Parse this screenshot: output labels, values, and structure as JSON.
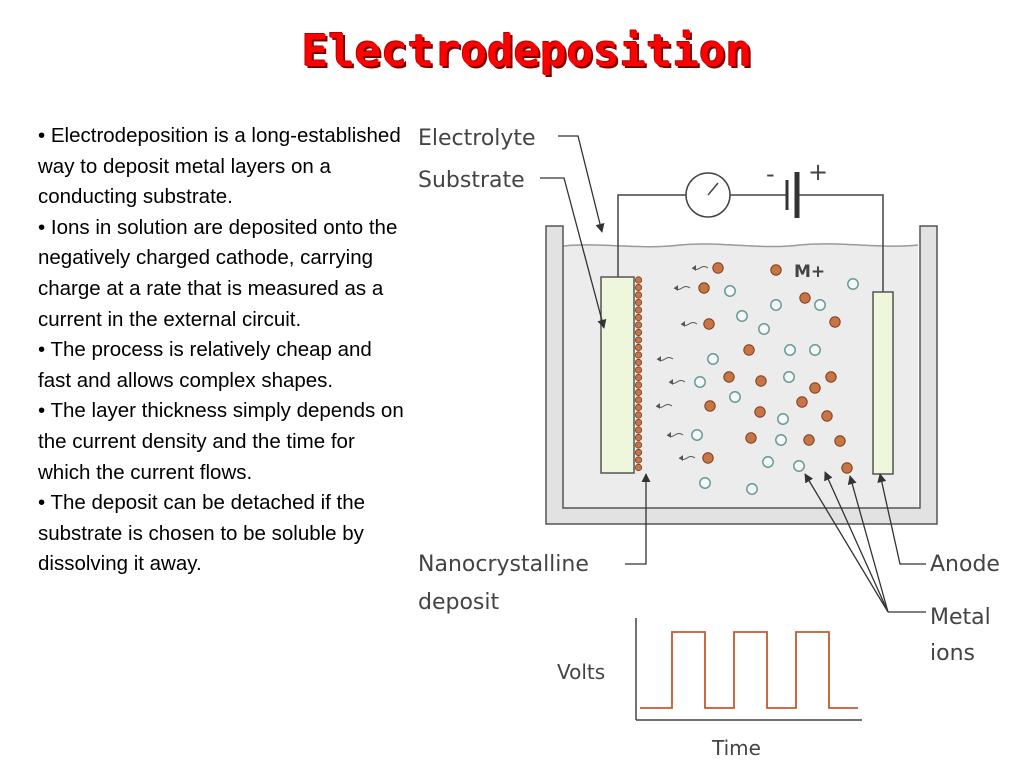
{
  "slide": {
    "title": "Electrodeposition",
    "bullets": [
      "• Electrodeposition is a long-established way to deposit metal layers on a conducting substrate.",
      "• Ions in solution are deposited onto the negatively charged cathode, carrying charge at a rate that is measured as a current in the external circuit.",
      "•  The process is relatively cheap and fast and allows complex shapes.",
      "• The layer thickness simply depends on the current density and the time for which the current flows.",
      "• The deposit can be detached if the substrate is chosen to be soluble by dissolving it away."
    ]
  },
  "diagram": {
    "labels": {
      "electrolyte": "Electrolyte",
      "substrate": "Substrate",
      "minus": "-",
      "plus": "+",
      "ion": "M+",
      "nanocrystalline_1": "Nanocrystalline",
      "nanocrystalline_2": "deposit",
      "anode": "Anode",
      "metal_ions_1": "Metal",
      "metal_ions_2": "ions"
    },
    "waveform": {
      "ylabel": "Volts",
      "xlabel": "Time",
      "pulses": 3
    },
    "colors": {
      "outline": "#505050",
      "solution": "#ececec",
      "electrode": "#eef6dc",
      "ion_brown": "#c87545",
      "ion_teal": "#6a9a98",
      "pulse": "#c55a30"
    }
  }
}
